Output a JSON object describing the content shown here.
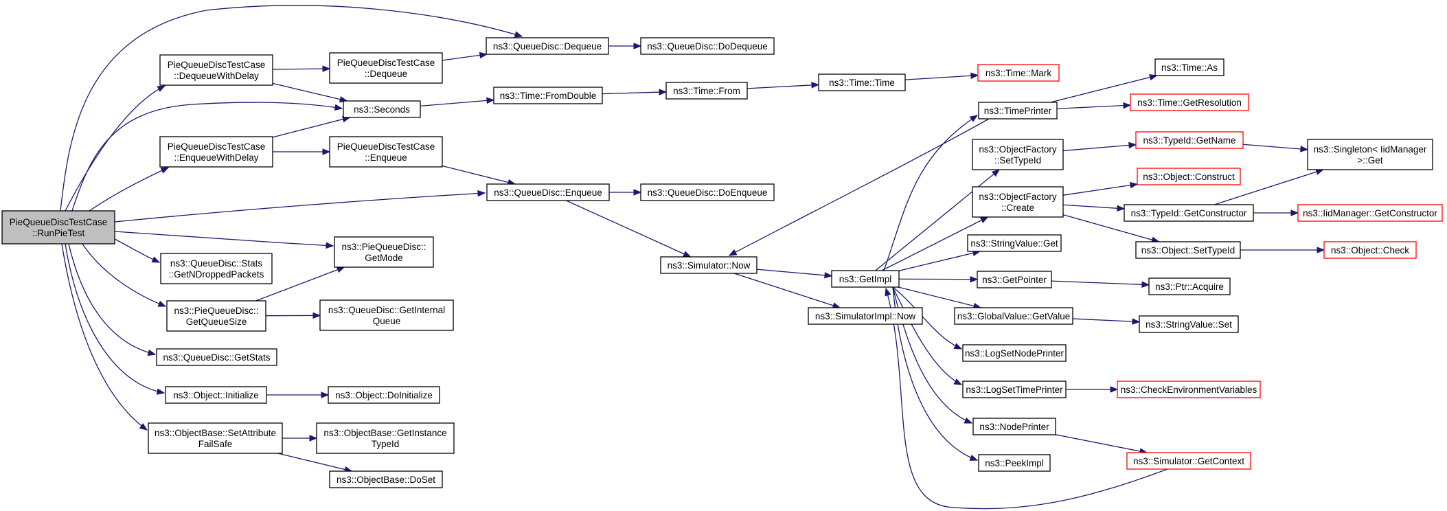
{
  "graph": {
    "nodes": [
      {
        "id": "root",
        "lines": [
          "PieQueueDiscTestCase",
          "::RunPieTest"
        ],
        "root": true
      },
      {
        "id": "dequeueWithDelay",
        "lines": [
          "PieQueueDiscTestCase",
          "::DequeueWithDelay"
        ]
      },
      {
        "id": "enqueueWithDelay",
        "lines": [
          "PieQueueDiscTestCase",
          "::EnqueueWithDelay"
        ]
      },
      {
        "id": "tcDequeue",
        "lines": [
          "PieQueueDiscTestCase",
          "::Dequeue"
        ]
      },
      {
        "id": "tcEnqueue",
        "lines": [
          "PieQueueDiscTestCase",
          "::Enqueue"
        ]
      },
      {
        "id": "seconds",
        "lines": [
          "ns3::Seconds"
        ]
      },
      {
        "id": "qdDequeue",
        "lines": [
          "ns3::QueueDisc::Dequeue"
        ]
      },
      {
        "id": "qdDoDequeue",
        "lines": [
          "ns3::QueueDisc::DoDequeue"
        ]
      },
      {
        "id": "fromDouble",
        "lines": [
          "ns3::Time::FromDouble"
        ]
      },
      {
        "id": "timeFrom",
        "lines": [
          "ns3::Time::From"
        ]
      },
      {
        "id": "timeTime",
        "lines": [
          "ns3::Time::Time"
        ]
      },
      {
        "id": "timeMark",
        "lines": [
          "ns3::Time::Mark"
        ],
        "red": true
      },
      {
        "id": "qdEnqueue",
        "lines": [
          "ns3::QueueDisc::Enqueue"
        ]
      },
      {
        "id": "qdDoEnqueue",
        "lines": [
          "ns3::QueueDisc::DoEnqueue"
        ]
      },
      {
        "id": "statsDropped",
        "lines": [
          "ns3::QueueDisc::Stats",
          "::GetNDroppedPackets"
        ]
      },
      {
        "id": "getMode",
        "lines": [
          "ns3::PieQueueDisc::",
          "GetMode"
        ]
      },
      {
        "id": "getQueueSize",
        "lines": [
          "ns3::PieQueueDisc::",
          "GetQueueSize"
        ]
      },
      {
        "id": "getInternalQueue",
        "lines": [
          "ns3::QueueDisc::GetInternal",
          "Queue"
        ]
      },
      {
        "id": "getStats",
        "lines": [
          "ns3::QueueDisc::GetStats"
        ]
      },
      {
        "id": "objInitialize",
        "lines": [
          "ns3::Object::Initialize"
        ]
      },
      {
        "id": "objDoInitialize",
        "lines": [
          "ns3::Object::DoInitialize"
        ]
      },
      {
        "id": "setAttrFailSafe",
        "lines": [
          "ns3::ObjectBase::SetAttribute",
          "FailSafe"
        ]
      },
      {
        "id": "getInstanceTypeId",
        "lines": [
          "ns3::ObjectBase::GetInstance",
          "TypeId"
        ]
      },
      {
        "id": "doSet",
        "lines": [
          "ns3::ObjectBase::DoSet"
        ]
      },
      {
        "id": "simNow",
        "lines": [
          "ns3::Simulator::Now"
        ]
      },
      {
        "id": "getImpl",
        "lines": [
          "ns3::GetImpl"
        ]
      },
      {
        "id": "simImplNow",
        "lines": [
          "ns3::SimulatorImpl::Now"
        ]
      },
      {
        "id": "timePrinter",
        "lines": [
          "ns3::TimePrinter"
        ]
      },
      {
        "id": "timeAs",
        "lines": [
          "ns3::Time::As"
        ]
      },
      {
        "id": "getResolution",
        "lines": [
          "ns3::Time::GetResolution"
        ],
        "red": true
      },
      {
        "id": "ofSetTypeId",
        "lines": [
          "ns3::ObjectFactory",
          "::SetTypeId"
        ]
      },
      {
        "id": "ofCreate",
        "lines": [
          "ns3::ObjectFactory",
          "::Create"
        ]
      },
      {
        "id": "typeIdGetName",
        "lines": [
          "ns3::TypeId::GetName"
        ],
        "red": true
      },
      {
        "id": "singletonGet",
        "lines": [
          "ns3::Singleton< IidManager",
          ">::Get"
        ]
      },
      {
        "id": "objConstruct",
        "lines": [
          "ns3::Object::Construct"
        ],
        "red": true
      },
      {
        "id": "typeIdGetConstructor",
        "lines": [
          "ns3::TypeId::GetConstructor"
        ]
      },
      {
        "id": "iidGetConstructor",
        "lines": [
          "ns3::IidManager::GetConstructor"
        ],
        "red": true
      },
      {
        "id": "objSetTypeId",
        "lines": [
          "ns3::Object::SetTypeId"
        ]
      },
      {
        "id": "objCheck",
        "lines": [
          "ns3::Object::Check"
        ],
        "red": true
      },
      {
        "id": "stringValueGet",
        "lines": [
          "ns3::StringValue::Get"
        ]
      },
      {
        "id": "getPointer",
        "lines": [
          "ns3::GetPointer"
        ]
      },
      {
        "id": "ptrAcquire",
        "lines": [
          "ns3::Ptr::Acquire"
        ]
      },
      {
        "id": "globalValueGetValue",
        "lines": [
          "ns3::GlobalValue::GetValue"
        ]
      },
      {
        "id": "stringValueSet",
        "lines": [
          "ns3::StringValue::Set"
        ]
      },
      {
        "id": "logSetNodePrinter",
        "lines": [
          "ns3::LogSetNodePrinter"
        ]
      },
      {
        "id": "logSetTimePrinter",
        "lines": [
          "ns3::LogSetTimePrinter"
        ]
      },
      {
        "id": "checkEnvVars",
        "lines": [
          "ns3::CheckEnvironmentVariables"
        ],
        "red": true
      },
      {
        "id": "nodePrinter",
        "lines": [
          "ns3::NodePrinter"
        ]
      },
      {
        "id": "simGetContext",
        "lines": [
          "ns3::Simulator::GetContext"
        ],
        "red": true
      },
      {
        "id": "peekImpl",
        "lines": [
          "ns3::PeekImpl"
        ]
      }
    ],
    "edges": [
      [
        "root",
        "qdDequeue"
      ],
      [
        "root",
        "dequeueWithDelay"
      ],
      [
        "root",
        "seconds"
      ],
      [
        "root",
        "enqueueWithDelay"
      ],
      [
        "root",
        "qdEnqueue"
      ],
      [
        "root",
        "getMode"
      ],
      [
        "root",
        "statsDropped"
      ],
      [
        "root",
        "getQueueSize"
      ],
      [
        "root",
        "getStats"
      ],
      [
        "root",
        "objInitialize"
      ],
      [
        "root",
        "setAttrFailSafe"
      ],
      [
        "dequeueWithDelay",
        "tcDequeue"
      ],
      [
        "dequeueWithDelay",
        "seconds"
      ],
      [
        "enqueueWithDelay",
        "seconds"
      ],
      [
        "enqueueWithDelay",
        "tcEnqueue"
      ],
      [
        "tcDequeue",
        "qdDequeue"
      ],
      [
        "tcEnqueue",
        "qdEnqueue"
      ],
      [
        "qdDequeue",
        "qdDoDequeue"
      ],
      [
        "seconds",
        "fromDouble"
      ],
      [
        "fromDouble",
        "timeFrom"
      ],
      [
        "timeFrom",
        "timeTime"
      ],
      [
        "timeTime",
        "timeMark"
      ],
      [
        "qdEnqueue",
        "qdDoEnqueue"
      ],
      [
        "qdEnqueue",
        "simNow"
      ],
      [
        "getQueueSize",
        "getMode"
      ],
      [
        "getQueueSize",
        "getInternalQueue"
      ],
      [
        "objInitialize",
        "objDoInitialize"
      ],
      [
        "setAttrFailSafe",
        "getInstanceTypeId"
      ],
      [
        "setAttrFailSafe",
        "doSet"
      ],
      [
        "simNow",
        "getImpl"
      ],
      [
        "simNow",
        "simImplNow"
      ],
      [
        "getImpl",
        "timePrinter"
      ],
      [
        "getImpl",
        "ofSetTypeId"
      ],
      [
        "getImpl",
        "ofCreate"
      ],
      [
        "getImpl",
        "stringValueGet"
      ],
      [
        "getImpl",
        "getPointer"
      ],
      [
        "getImpl",
        "globalValueGetValue"
      ],
      [
        "getImpl",
        "logSetNodePrinter"
      ],
      [
        "getImpl",
        "logSetTimePrinter"
      ],
      [
        "getImpl",
        "nodePrinter"
      ],
      [
        "getImpl",
        "peekImpl"
      ],
      [
        "timePrinter",
        "timeAs"
      ],
      [
        "timePrinter",
        "getResolution"
      ],
      [
        "timePrinter",
        "simNow"
      ],
      [
        "ofSetTypeId",
        "typeIdGetName"
      ],
      [
        "typeIdGetName",
        "singletonGet"
      ],
      [
        "ofCreate",
        "objConstruct"
      ],
      [
        "ofCreate",
        "typeIdGetConstructor"
      ],
      [
        "ofCreate",
        "objSetTypeId"
      ],
      [
        "typeIdGetConstructor",
        "singletonGet"
      ],
      [
        "typeIdGetConstructor",
        "iidGetConstructor"
      ],
      [
        "objSetTypeId",
        "objCheck"
      ],
      [
        "getPointer",
        "ptrAcquire"
      ],
      [
        "globalValueGetValue",
        "stringValueSet"
      ],
      [
        "logSetTimePrinter",
        "checkEnvVars"
      ],
      [
        "nodePrinter",
        "simGetContext"
      ],
      [
        "simGetContext",
        "getImpl"
      ]
    ]
  }
}
